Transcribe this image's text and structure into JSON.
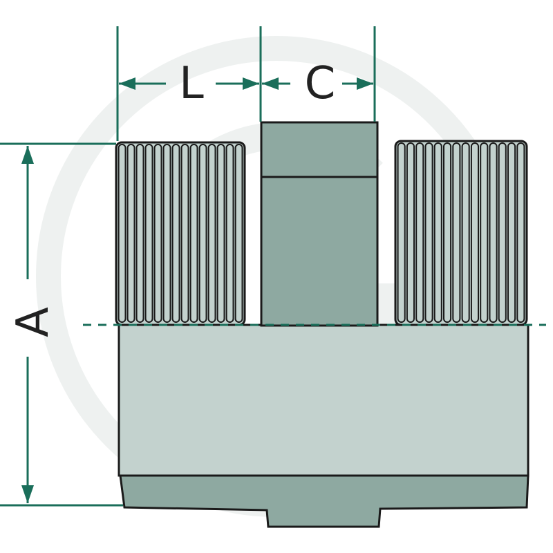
{
  "labels": {
    "length": "L",
    "center": "C",
    "diameter": "A"
  },
  "colors": {
    "dimension": "#1a6e5a",
    "outline": "#1a1a1a",
    "body": "#c3d2ce",
    "dark_body": "#8ea9a1",
    "watermark": "#eef1f0",
    "label": "#222222"
  },
  "icons": {
    "watermark": "g-logo-watermark-icon"
  }
}
